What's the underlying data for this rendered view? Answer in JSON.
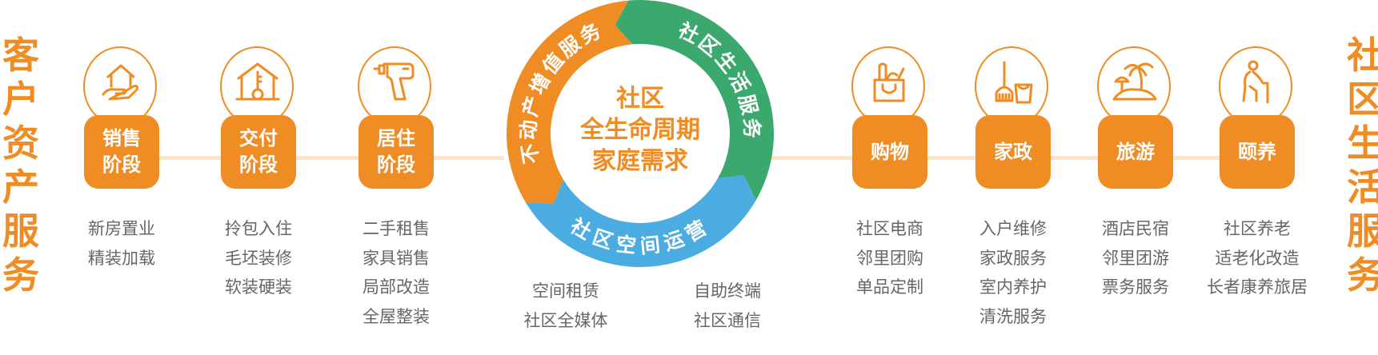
{
  "left_title": [
    "客",
    "户",
    "资",
    "产",
    "服",
    "务"
  ],
  "right_title": [
    "社",
    "区",
    "生",
    "活",
    "服",
    "务"
  ],
  "colors": {
    "orange": "#F08C24",
    "green": "#3BA86E",
    "blue": "#4AACE0",
    "line": "#FDE5C3",
    "text": "#666666"
  },
  "stages": [
    {
      "icon": "house-hand-icon",
      "label": [
        "销售",
        "阶段"
      ],
      "items": [
        "新房置业",
        "精装加载"
      ]
    },
    {
      "icon": "house-key-icon",
      "label": [
        "交付",
        "阶段"
      ],
      "items": [
        "拎包入住",
        "毛坯装修",
        "软装硬装"
      ]
    },
    {
      "icon": "drill-icon",
      "label": [
        "居住",
        "阶段"
      ],
      "items": [
        "二手租售",
        "家具销售",
        "局部改造",
        "全屋整装"
      ]
    }
  ],
  "services": [
    {
      "icon": "shopping-bag-icon",
      "label": [
        "购物"
      ],
      "items": [
        "社区电商",
        "邻里团购",
        "单品定制"
      ]
    },
    {
      "icon": "broom-bucket-icon",
      "label": [
        "家政"
      ],
      "items": [
        "入户维修",
        "家政服务",
        "室内养护",
        "清洗服务"
      ]
    },
    {
      "icon": "island-palm-icon",
      "label": [
        "旅游"
      ],
      "items": [
        "酒店民宿",
        "邻里团游",
        "票务服务"
      ]
    },
    {
      "icon": "elderly-cane-icon",
      "label": [
        "颐养"
      ],
      "items": [
        "社区养老",
        "适老化改造",
        "长者康养旅居"
      ]
    }
  ],
  "center": {
    "lines": [
      "社区",
      "全生命周期",
      "家庭需求"
    ],
    "ring": {
      "orange": "不动产增值服务",
      "green": "社区生活服务",
      "blue": "社区空间运营"
    },
    "bottom_left": [
      "空间租赁",
      "社区全媒体"
    ],
    "bottom_right": [
      "自助终端",
      "社区通信"
    ]
  }
}
